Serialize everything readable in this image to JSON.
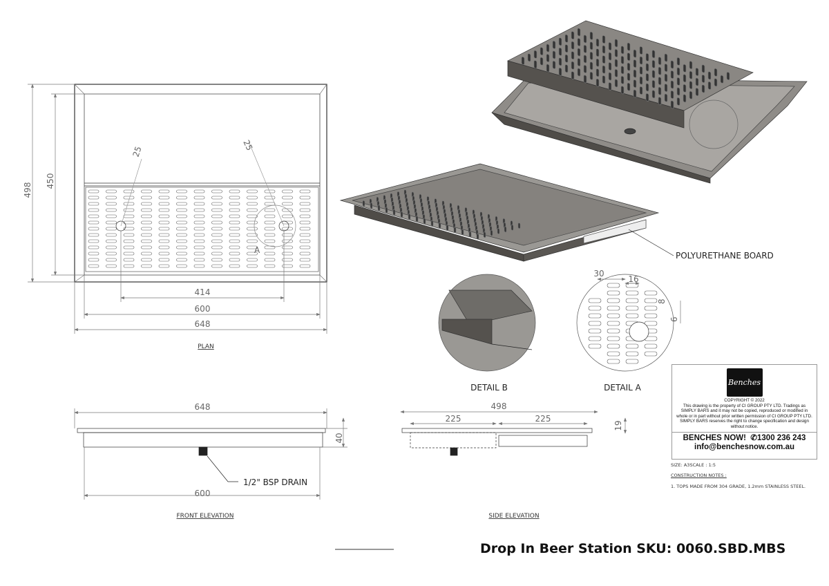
{
  "plan": {
    "label": "PLAN",
    "dims": {
      "overall_depth": "498",
      "inner_depth": "450",
      "hole_spacing": "414",
      "inner_width": "600",
      "overall_width": "648",
      "radius_left": "25",
      "radius_right": "25",
      "detail_marker": "A"
    }
  },
  "front_elevation": {
    "label": "FRONT ELEVATION",
    "dims": {
      "overall_width": "648",
      "height": "40",
      "inner_width": "600"
    },
    "drain_label": "1/2\" BSP DRAIN"
  },
  "side_elevation": {
    "label": "SIDE ELEVATION",
    "dims": {
      "overall_depth": "498",
      "left_section": "225",
      "right_section": "225",
      "height": "19"
    }
  },
  "detail_b": {
    "label": "DETAIL B"
  },
  "detail_a": {
    "label": "DETAIL A",
    "dims": {
      "slot_pitch": "30",
      "slot_width": "16",
      "dim_8": "8",
      "dim_6": "6"
    }
  },
  "iso": {
    "board_label": "POLYURETHANE BOARD"
  },
  "title_block": {
    "logo_text": "Benches",
    "copyright": "COPYRIGHT © 2022",
    "notice": "This drawing is the property of CI GROUP PTY LTD. Tradings as SIMPLY BARS and it may not be copied, reproduced or modified in whole or in part without prior written permission of CI GROUP PTY LTD. SIMPLY BARS reserves the right to change specification and design without notice.",
    "company": "BENCHES NOW!",
    "phone": "1300 236 243",
    "email": "info@benchesnow.com.au",
    "size_scale": "SIZE: A3SCALE : 1:5",
    "notes_heading": "CONSTRUCTION NOTES :",
    "note_1": "1. TOPS MADE FROM 304 GRADE, 1.2mm STAINLESS STEEL."
  },
  "drawing_title": "Drop In Beer Station SKU: 0060.SBD.MBS"
}
